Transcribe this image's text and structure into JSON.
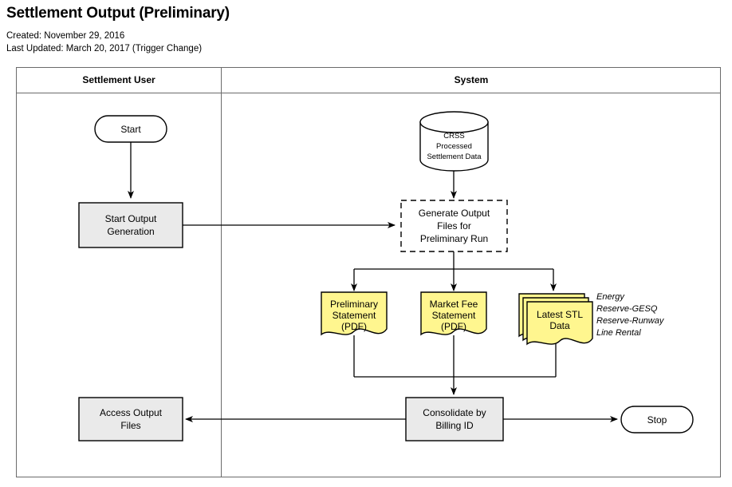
{
  "header": {
    "title": "Settlement Output (Preliminary)",
    "created": "Created: November 29, 2016",
    "last_updated": "Last Updated: March 20, 2017 (Trigger Change)"
  },
  "lanes": [
    {
      "id": "settlement-user",
      "label": "Settlement User"
    },
    {
      "id": "system",
      "label": "System"
    }
  ],
  "nodes": {
    "start": {
      "label": "Start",
      "shape": "terminator",
      "lane": "settlement-user"
    },
    "start_output_generation": {
      "line1": "Start Output",
      "line2": "Generation",
      "shape": "process",
      "lane": "settlement-user"
    },
    "crss_datastore": {
      "line1": "CRSS",
      "line2": "Processed",
      "line3": "Settlement Data",
      "shape": "database",
      "lane": "system"
    },
    "generate_output_files": {
      "line1": "Generate Output",
      "line2": "Files for",
      "line3": "Preliminary Run",
      "shape": "dashed-process",
      "lane": "system"
    },
    "preliminary_statement": {
      "line1": "Preliminary",
      "line2": "Statement",
      "line3": "(PDF)",
      "shape": "document",
      "lane": "system"
    },
    "market_fee_statement": {
      "line1": "Market Fee",
      "line2": "Statement",
      "line3": "(PDF)",
      "shape": "document",
      "lane": "system"
    },
    "latest_stl_data": {
      "line1": "Latest STL",
      "line2": "Data",
      "shape": "multi-document",
      "lane": "system"
    },
    "consolidate_by_billing_id": {
      "line1": "Consolidate by",
      "line2": "Billing ID",
      "shape": "process",
      "lane": "system"
    },
    "access_output_files": {
      "line1": "Access Output",
      "line2": "Files",
      "shape": "process",
      "lane": "settlement-user"
    },
    "stop": {
      "label": "Stop",
      "shape": "terminator",
      "lane": "system"
    }
  },
  "annotation_stl": {
    "lines": [
      "Energy",
      "Reserve-GESQ",
      "Reserve-Runway",
      "Line Rental"
    ]
  },
  "colors": {
    "document_fill": "#FFF68F",
    "process_fill": "#EAEAEA",
    "stroke": "#000000",
    "lane_border": "#6B6B6B",
    "canvas": "#FFFFFF"
  }
}
